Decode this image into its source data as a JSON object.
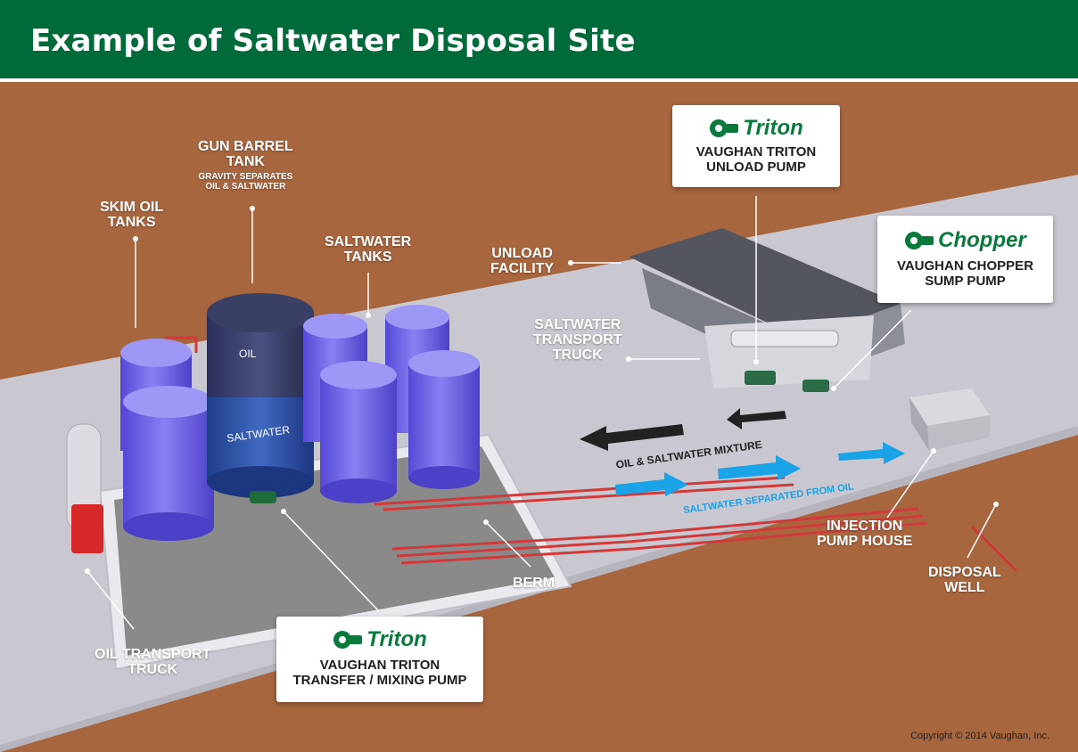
{
  "header": {
    "title": "Example of Saltwater Disposal Site"
  },
  "labels": {
    "gun_barrel_tank": {
      "line1": "GUN BARREL",
      "line2": "TANK",
      "sub1": "GRAVITY SEPARATES",
      "sub2": "OIL & SALTWATER"
    },
    "skim_oil_tanks": {
      "line1": "SKIM OIL",
      "line2": "TANKS"
    },
    "saltwater_tanks": {
      "line1": "SALTWATER",
      "line2": "TANKS"
    },
    "unload_facility": {
      "line1": "UNLOAD",
      "line2": "FACILITY"
    },
    "saltwater_transport_truck": {
      "line1": "SALTWATER",
      "line2": "TRANSPORT",
      "line3": "TRUCK"
    },
    "injection_pump_house": {
      "line1": "INJECTION",
      "line2": "PUMP HOUSE"
    },
    "disposal_well": {
      "line1": "DISPOSAL",
      "line2": "WELL"
    },
    "berm": {
      "line1": "BERM"
    },
    "oil_transport_truck": {
      "line1": "OIL TRANSPORT",
      "line2": "TRUCK"
    },
    "tank_oil": "OIL",
    "tank_saltwater": "SALTWATER",
    "flow_mixture": "OIL & SALTWATER MIXTURE",
    "flow_separated": "SALTWATER SEPARATED FROM OIL"
  },
  "callouts": {
    "unload_pump": {
      "brand": "Triton",
      "line1": "VAUGHAN TRITON",
      "line2": "UNLOAD PUMP"
    },
    "sump_pump": {
      "brand": "Chopper",
      "line1": "VAUGHAN CHOPPER",
      "line2": "SUMP PUMP"
    },
    "transfer_pump": {
      "brand": "Triton",
      "line1": "VAUGHAN TRITON",
      "line2": "TRANSFER / MIXING PUMP"
    }
  },
  "copyright": "Copyright © 2014 Vaughan, Inc.",
  "colors": {
    "header_green": "#006a3a",
    "brand_green": "#0a7a3c",
    "ground": "#a8663f",
    "road": "#c9c7cf",
    "tank_blue": "#6d62e8",
    "arrow_black": "#222222",
    "arrow_blue": "#1aa3e6",
    "pipe_red": "#d13a3a"
  }
}
